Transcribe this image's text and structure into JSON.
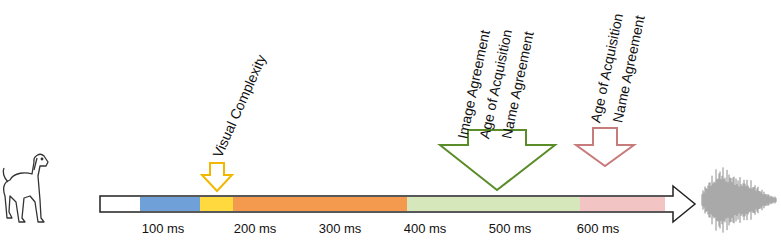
{
  "diagram": {
    "labels": [
      "Visual Complexity",
      "Image Agreement",
      "Age of Acquisition",
      "Name Agreement",
      "Age of Acquisition",
      "Name Agreement",
      "100 ms",
      "200 ms",
      "300 ms",
      "400 ms",
      "500 ms",
      "600 ms"
    ]
  }
}
